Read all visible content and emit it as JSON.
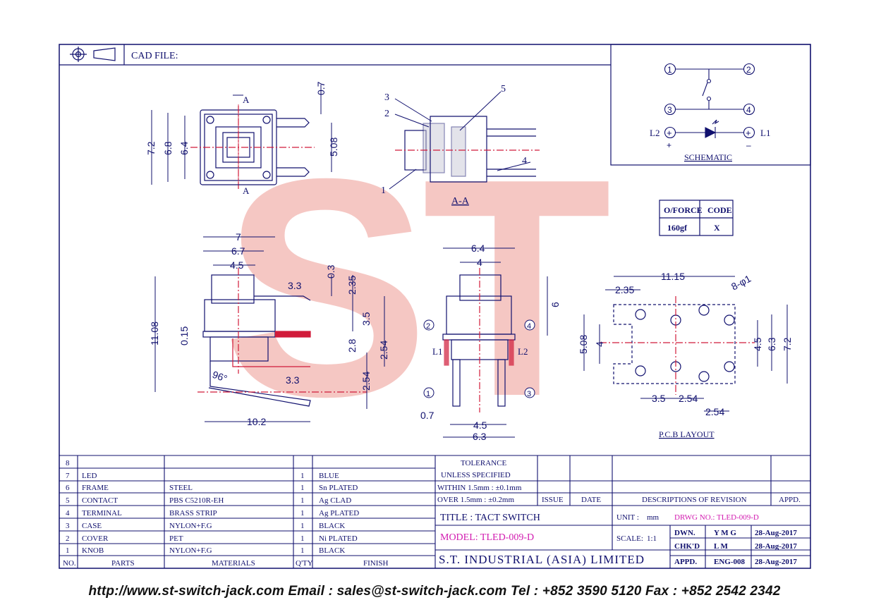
{
  "header": {
    "cad_label": "CAD FILE:"
  },
  "watermark": {
    "text": "ST",
    "color": "#f2b5b0"
  },
  "colors": {
    "line": "#10106e",
    "center_line": "#d11b3a",
    "model": "#d21bb0"
  },
  "views": {
    "section_marker": "A",
    "section_title": "A-A",
    "section_callouts": [
      "1",
      "2",
      "3",
      "4",
      "5"
    ],
    "schematic_label": "SCHEMATIC",
    "schematic_nodes": [
      "1",
      "2",
      "3",
      "4"
    ],
    "schematic_l2": "L2",
    "schematic_l1": "L1",
    "schematic_plus": "+",
    "schematic_minus": "–",
    "pcb_label": "P.C.B LAYOUT",
    "front_l1": "L1",
    "front_l2": "L2",
    "front_callouts": [
      "1",
      "2",
      "3",
      "4"
    ]
  },
  "dimensions": {
    "top": [
      "0.7",
      "7.2",
      "6.8",
      "6.4",
      "5.08"
    ],
    "side": [
      "7",
      "6.7",
      "4.5",
      "0.3",
      "3.3",
      "2.35",
      "11.08",
      "0.15",
      "3.5",
      "2.8",
      "2.54",
      "96°",
      "3.3",
      "2.54",
      "10.2"
    ],
    "front": [
      "6.4",
      "4",
      "6",
      "0.7",
      "4.5",
      "6.3"
    ],
    "pcb": [
      "11.15",
      "8-φ1",
      "2.35",
      "5.08",
      "4",
      "4.5",
      "6.3",
      "7.2",
      "3.5",
      "2.54",
      "2.54"
    ]
  },
  "force_table": {
    "headers": [
      "O/FORCE",
      "CODE"
    ],
    "row": [
      "160gf",
      "X"
    ]
  },
  "parts_table": {
    "headers": [
      "NO.",
      "PARTS",
      "MATERIALS",
      "Q'TY",
      "FINISH"
    ],
    "rows": [
      [
        "8",
        "",
        "",
        "",
        ""
      ],
      [
        "7",
        "LED",
        "",
        "1",
        "BLUE"
      ],
      [
        "6",
        "FRAME",
        "STEEL",
        "1",
        "Sn PLATED"
      ],
      [
        "5",
        "CONTACT",
        "PBS C5210R-EH",
        "1",
        "Ag CLAD"
      ],
      [
        "4",
        "TERMINAL",
        "BRASS STRIP",
        "1",
        "Ag PLATED"
      ],
      [
        "3",
        "CASE",
        "NYLON+F.G",
        "1",
        "BLACK"
      ],
      [
        "2",
        "COVER",
        "PET",
        "1",
        "Ni PLATED"
      ],
      [
        "1",
        "KNOB",
        "NYLON+F.G",
        "1",
        "BLACK"
      ]
    ]
  },
  "tolerance": {
    "title": "TOLERANCE",
    "subtitle": "UNLESS SPECIFIED",
    "within": "WITHIN 1.5mm : ±0.1mm",
    "over": "OVER  1.5mm : ±0.2mm"
  },
  "revision": {
    "issue": "ISSUE",
    "date": "DATE",
    "desc": "DESCRIPTIONS OF REVISION",
    "appd": "APPD."
  },
  "title_block": {
    "title": "TITLE : TACT SWITCH",
    "unit_label": "UNIT :",
    "unit_value": "mm",
    "drwg": "DRWG NO.: TLED-009-D",
    "model": "MODEL: TLED-009-D",
    "scale_label": "SCALE:",
    "scale_value": "1:1",
    "company": "S.T. INDUSTRIAL (ASIA) LIMITED",
    "sign": [
      {
        "role": "DWN.",
        "name": "Y M G",
        "date": "28-Aug-2017"
      },
      {
        "role": "CHK'D",
        "name": "L M",
        "date": "28-Aug-2017"
      },
      {
        "role": "APPD.",
        "name": "ENG-008",
        "date": "28-Aug-2017"
      }
    ]
  },
  "footer": "http://www.st-switch-jack.com  Email : sales@st-switch-jack.com  Tel : +852 3590 5120  Fax : +852 2542 2342"
}
